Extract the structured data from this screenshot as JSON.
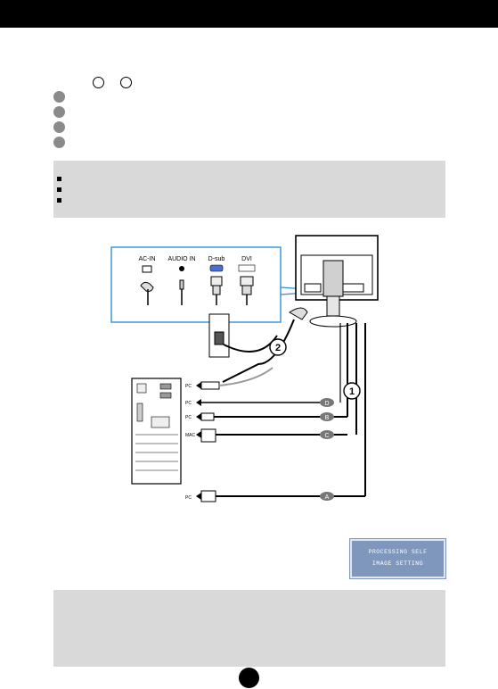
{
  "diagram": {
    "ports": [
      "AC-IN",
      "AUDIO IN",
      "D-sub",
      "DVI"
    ],
    "cable_labels": [
      "A",
      "B",
      "C",
      "D"
    ],
    "step_numbers": [
      "1",
      "2"
    ],
    "pc_side_labels": [
      "PC",
      "PC",
      "PC",
      "MAC",
      "PC"
    ]
  },
  "osd": {
    "line1": "PROCESSING SELF",
    "line2": "IMAGE SETTING"
  }
}
